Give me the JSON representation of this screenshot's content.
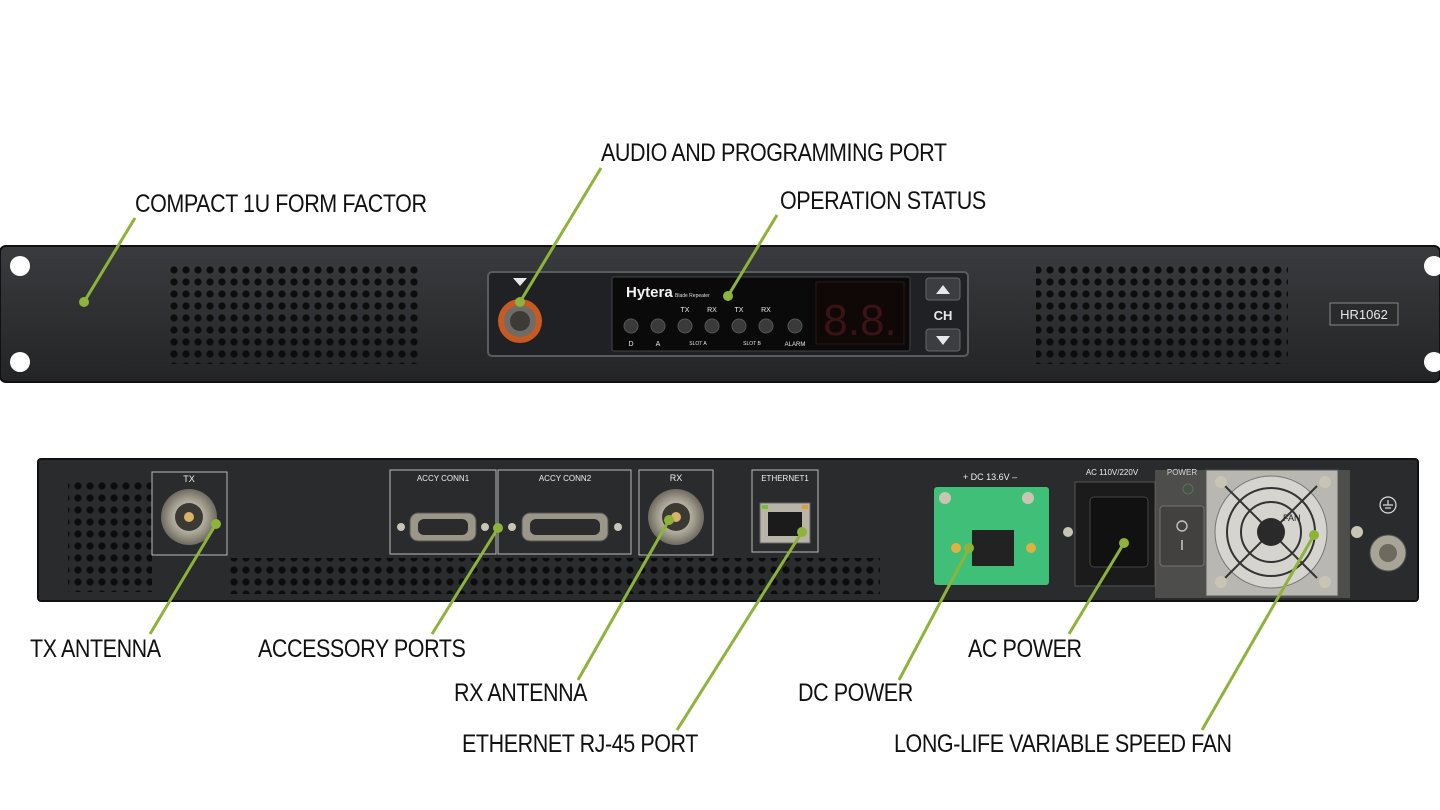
{
  "callouts": {
    "compact": "COMPACT 1U FORM FACTOR",
    "audio": "AUDIO AND PROGRAMMING PORT",
    "operation": "OPERATION STATUS",
    "tx_antenna": "TX ANTENNA",
    "accessory": "ACCESSORY PORTS",
    "rx_antenna": "RX ANTENNA",
    "ethernet": "ETHERNET RJ-45 PORT",
    "dc_power": "DC POWER",
    "ac_power": "AC POWER",
    "fan": "LONG-LIFE VARIABLE SPEED FAN"
  },
  "front": {
    "brand": "Hytera",
    "brand_sub": "Blade Repeater",
    "model": "HR1062",
    "display": "8.8.",
    "ch_label": "CH",
    "led_labels": [
      "D",
      "A",
      "TX",
      "RX",
      "TX",
      "RX",
      "ALARM"
    ],
    "slot_a": "SLOT A",
    "slot_b": "SLOT B"
  },
  "rear": {
    "tx": "TX",
    "accy1": "ACCY CONN1",
    "accy2": "ACCY CONN2",
    "rx": "RX",
    "ethernet": "ETHERNET1",
    "dc": "+  DC 13.6V  –",
    "ac": "AC  110V/220V",
    "power": "POWER",
    "fan_text": "FAN"
  },
  "colors": {
    "leader": "#8db33a",
    "chassis": "#2b2c2e",
    "terminal": "#3fbf78"
  }
}
